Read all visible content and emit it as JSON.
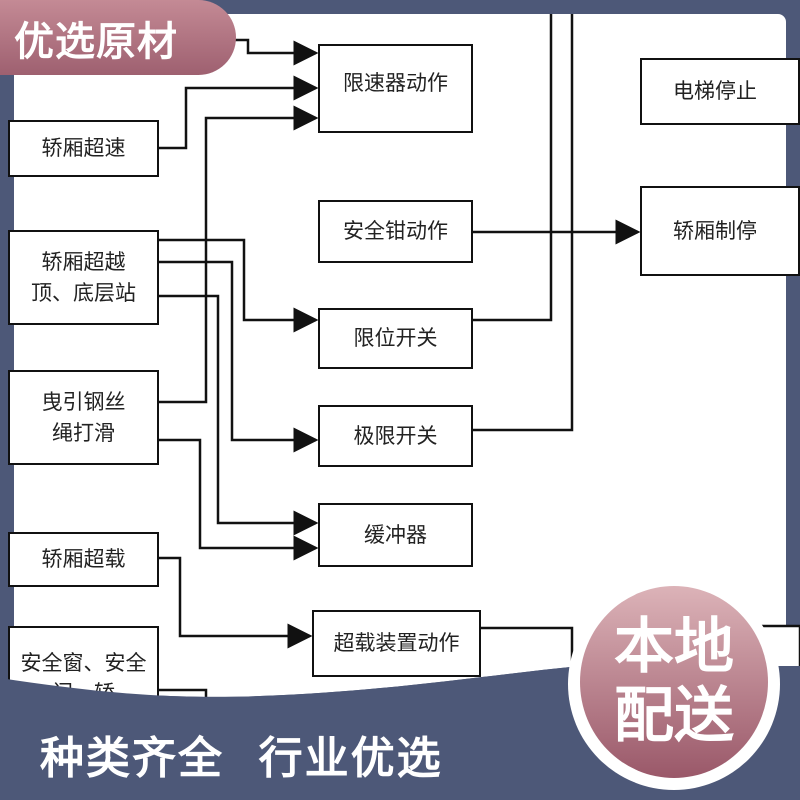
{
  "badge": "优选原材",
  "boxes": {
    "speed_governor": "限速器动作",
    "elevator_stop": "电梯停止",
    "car_overspeed": "轿厢超速",
    "safety_gear": "安全钳动作",
    "car_brake": "轿厢制停",
    "car_overtravel_1": "轿厢超越",
    "car_overtravel_2": "顶、底层站",
    "limit_switch": "限位开关",
    "rope_slip_1": "曳引钢丝",
    "rope_slip_2": "绳打滑",
    "final_limit": "极限开关",
    "buffer": "缓冲器",
    "car_overload": "轿厢超载",
    "overload_device": "超载装置动作",
    "safety_window_1": "安全窗、安全",
    "safety_window_2": "门、轿"
  },
  "slogan": "种类齐全  行业优选",
  "circle": {
    "line1": "本地",
    "line2": "配送"
  },
  "colors": {
    "frame": "#4d5878",
    "accent": "#a86a79"
  }
}
